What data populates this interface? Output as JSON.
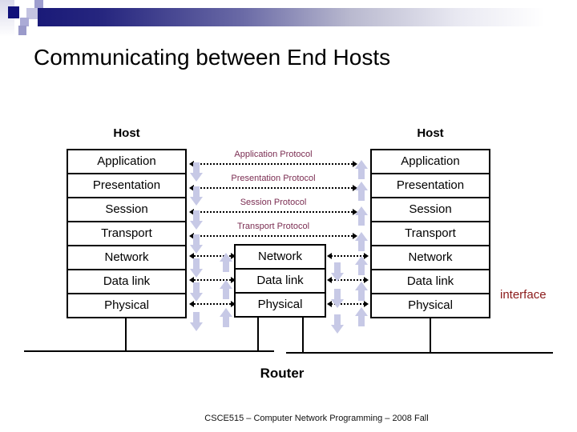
{
  "slide": {
    "title": "Communicating between End Hosts",
    "footer": "CSCE515 – Computer Network Programming – 2008 Fall"
  },
  "diagram": {
    "left_host": {
      "label": "Host",
      "layers": [
        "Application",
        "Presentation",
        "Session",
        "Transport",
        "Network",
        "Data link",
        "Physical"
      ]
    },
    "right_host": {
      "label": "Host",
      "layers": [
        "Application",
        "Presentation",
        "Session",
        "Transport",
        "Network",
        "Data link",
        "Physical"
      ]
    },
    "router": {
      "label": "Router",
      "layers": [
        "Network",
        "Data link",
        "Physical"
      ]
    },
    "protocols": [
      "Application Protocol",
      "Presentation Protocol",
      "Session Protocol",
      "Transport Protocol"
    ],
    "interface_label": "interface",
    "colors": {
      "protocol_text": "#7b2d52",
      "interface_text": "#8b1a1a",
      "arrow_fill": "#c7c9e6",
      "bar_dark": "#1a1a78"
    }
  }
}
